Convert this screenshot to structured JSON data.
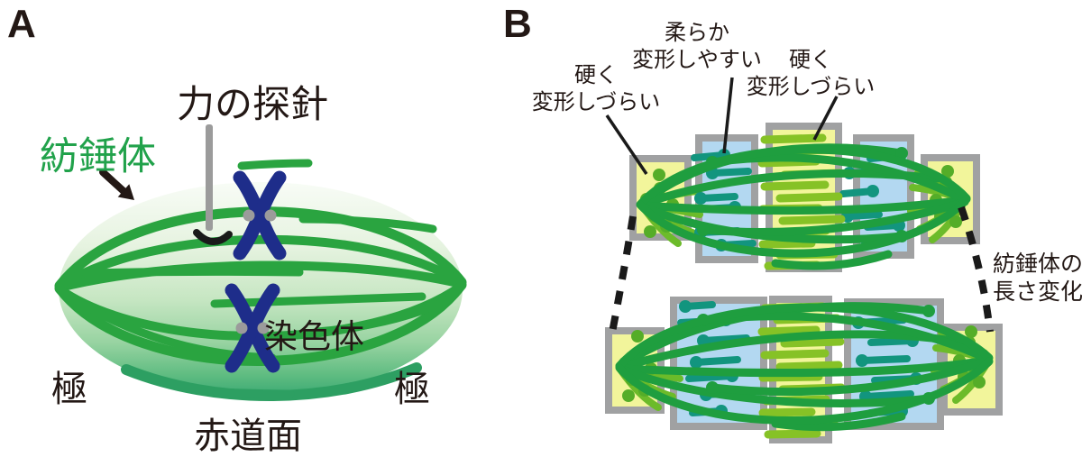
{
  "colors": {
    "text": "#231815",
    "label_green": "#21a24b",
    "spindle_green": "#2aa440",
    "spindle_dark_teal": "#2d9f62",
    "chromosome_navy": "#1e2d8a",
    "probe_gray": "#9b9b9b",
    "kinetochore_gray": "#9b9b9b",
    "frame_gray": "#a0a1a2",
    "stiff_yellow": "#f2f59b",
    "soft_blue": "#b3d8f1",
    "fiber_green": "#1f9e3f",
    "overlap_yellow_green": "#86c226",
    "pole_green": "#6cbb2a",
    "pole_dot_green": "#55ad28",
    "teal_fiber": "#12957e"
  },
  "panelA": {
    "letter": "A",
    "force_probe_label": "力の探針",
    "spindle_label": "紡錘体",
    "chromosome_label": "染色体",
    "pole_left_label": "極",
    "pole_right_label": "極",
    "equatorial_plane_label": "赤道面"
  },
  "panelB": {
    "letter": "B",
    "stiff_left_label": {
      "line1": "硬く",
      "line2": "変形しづらい"
    },
    "soft_label": {
      "line1": "柔らか",
      "line2": "変形しやすい"
    },
    "stiff_right_label": {
      "line1": "硬く",
      "line2": "変形しづらい"
    },
    "length_change_label": {
      "line1": "紡錘体の",
      "line2": "長さ変化"
    }
  }
}
